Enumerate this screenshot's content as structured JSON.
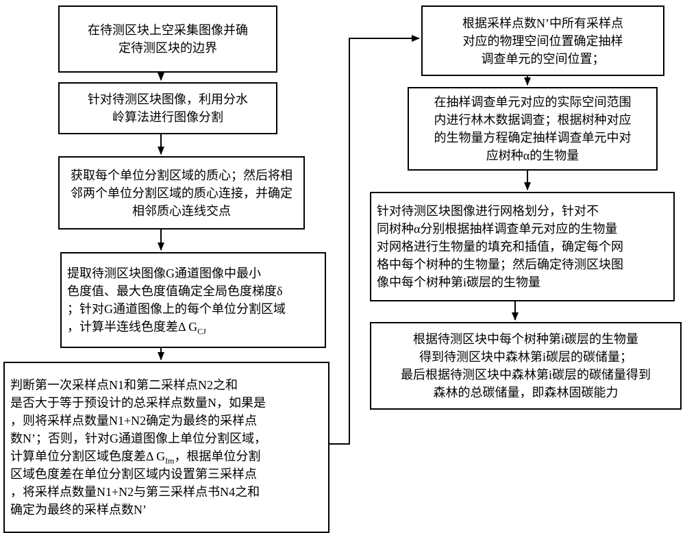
{
  "colors": {
    "ink": "#000000",
    "paper": "#ffffff"
  },
  "boxes": {
    "l1": {
      "text": "在待测区块上空采集图像并确\n定待测区块的边界"
    },
    "l2": {
      "text": "针对待测区块图像，利用分水\n岭算法进行图像分割"
    },
    "l3": {
      "text": "获取每个单位分割区域的质心；然后将相\n邻两个单位分割区域的质心连接，并确定\n相邻质心连线交点"
    },
    "l4": {
      "text_main": "提取待测区块图像G通道图像中最小\n色度值、最大色度值确定全局色度梯度δ\n；针对G通道图像上的每个单位分割区域\n，计算半连线色度差Δ G",
      "subscript": "CJ"
    },
    "l5": {
      "text_part1": "判断第一次采样点N1和第二采样点N2之和\n是否大于等于预设计的总采样点数量N，如果是\n，则将采样点数量N1+N2确定为最终的采样点\n数N’；否则，针对G通道图像上单位分割区域，\n计算单位分割区域色度差Δ G",
      "subscript": "Im",
      "text_part2": "，根据单位分割\n区域色度差在单位分割区域内设置第三采样点\n，将采样点数量N1+N2与第三采样点书N4之和\n确定为最终的采样点数N’"
    },
    "r1": {
      "text": "根据采样点数N’中所有采样点\n对应的物理空间位置确定抽样\n调查单元的空间位置；"
    },
    "r2": {
      "text": "在抽样调查单元对应的实际空间范围\n内进行林木数据调查；根据树种对应\n的生物量方程确定抽样调查单元中对\n应树种α的生物量"
    },
    "r3": {
      "text": "针对待测区块图像进行网格划分，针对不\n同树种α分别根据抽样调查单元对应的生物量\n对网格进行生物量的填充和插值，确定每个网\n格中每个树种的生物量；然后确定待测区块图\n像中每个树种第i碳层的生物量"
    },
    "r4": {
      "text": "根据待测区块中每个树种第i碳层的生物量\n得到待测区块中森林第i碳层的碳储量；\n最后根据待测区块中森林第i碳层的碳储量得到\n森林的总碳储量，即森林固碳能力"
    }
  }
}
